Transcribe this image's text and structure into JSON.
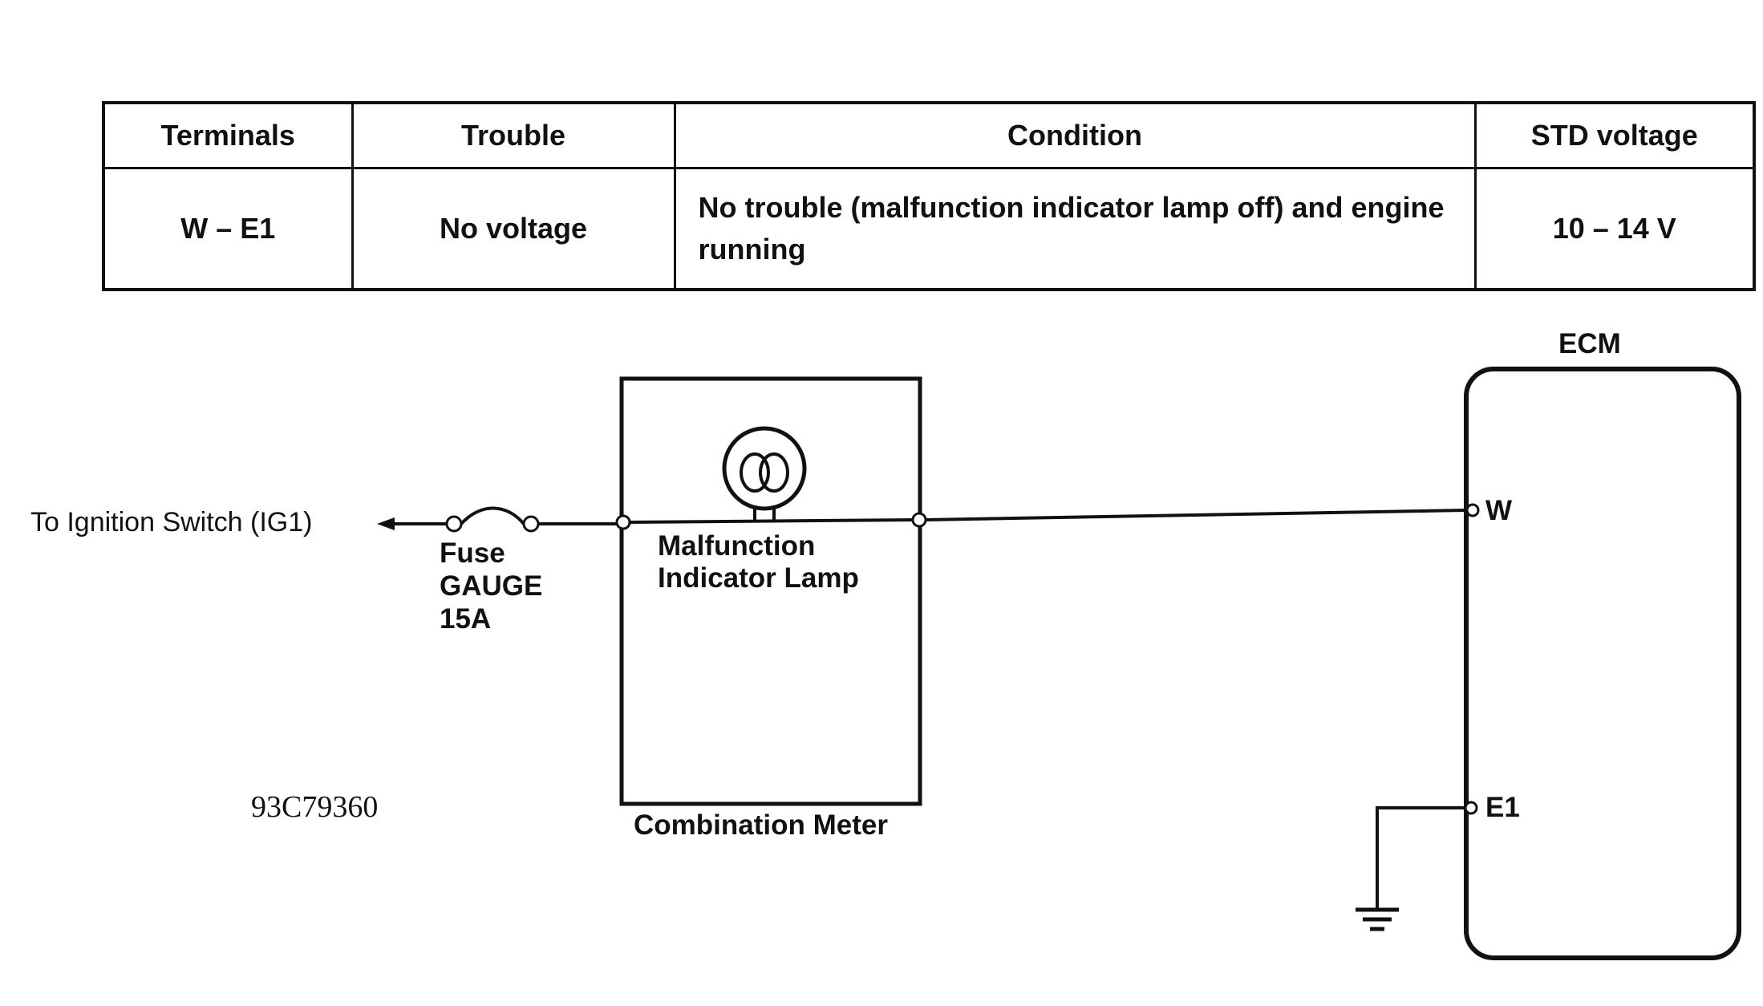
{
  "table": {
    "headers": {
      "terminals": "Terminals",
      "trouble": "Trouble",
      "condition": "Condition",
      "std_voltage": "STD voltage"
    },
    "row": {
      "terminals": "W – E1",
      "trouble": "No voltage",
      "condition": "No trouble (malfunction indicator lamp off) and engine running",
      "std_voltage": "10 – 14 V"
    }
  },
  "diagram": {
    "source_label": "To Ignition Switch (IG1)",
    "fuse": {
      "line1": "Fuse",
      "line2": "GAUGE",
      "line3": "15A"
    },
    "lamp": {
      "line1": "Malfunction",
      "line2": "Indicator Lamp"
    },
    "combination_meter": "Combination Meter",
    "ecm": "ECM",
    "terminal_w": "W",
    "terminal_e1": "E1",
    "figure_code": "93C79360"
  }
}
